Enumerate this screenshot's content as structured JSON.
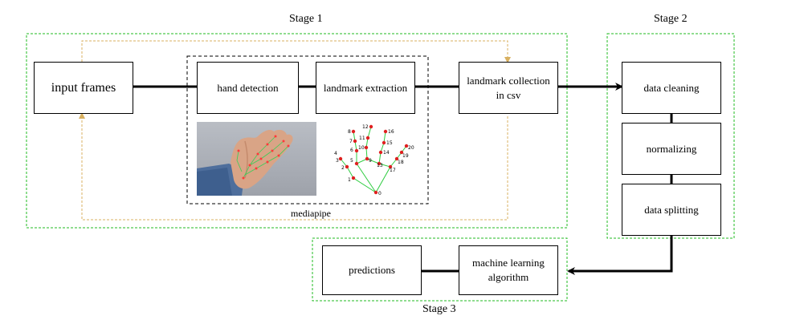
{
  "stages": {
    "stage1": "Stage 1",
    "stage2": "Stage 2",
    "stage3": "Stage 3"
  },
  "nodes": {
    "input_frames": "input frames",
    "hand_detection": "hand detection",
    "landmark_extraction": "landmark extraction",
    "landmark_collection_line1": "landmark collection",
    "landmark_collection_line2": "in csv",
    "data_cleaning": "data cleaning",
    "normalizing": "normalizing",
    "data_splitting": "data splitting",
    "machine_learning_line1": "machine learning",
    "machine_learning_line2": "algorithm",
    "predictions": "predictions"
  },
  "mediapipe_label": "mediapipe",
  "landmark_numbers": [
    "0",
    "1",
    "2",
    "3",
    "4",
    "5",
    "6",
    "7",
    "8",
    "9",
    "10",
    "11",
    "12",
    "13",
    "14",
    "15",
    "16",
    "17",
    "18",
    "19",
    "20"
  ],
  "colors": {
    "stage_border": "#22bb22",
    "feedback_arrow": "#d8b060",
    "landmark_point": "#e02020",
    "landmark_line": "#2ecc40"
  }
}
